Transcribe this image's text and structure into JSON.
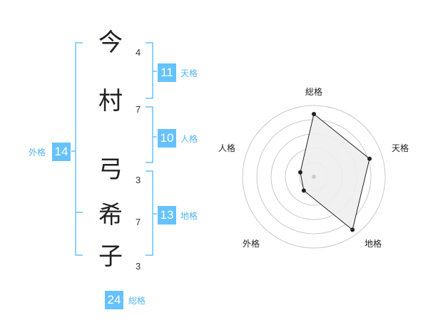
{
  "name": {
    "characters": [
      {
        "char": "今",
        "strokes": "4"
      },
      {
        "char": "村",
        "strokes": "7"
      },
      {
        "char": "弓",
        "strokes": "3"
      },
      {
        "char": "希",
        "strokes": "7"
      },
      {
        "char": "子",
        "strokes": "3"
      }
    ]
  },
  "scores": {
    "tenkaku": {
      "value": "11",
      "label": "天格"
    },
    "jinkaku": {
      "value": "10",
      "label": "人格"
    },
    "chikaku": {
      "value": "13",
      "label": "地格"
    },
    "gaikaku": {
      "value": "14",
      "label": "外格"
    },
    "soukaku": {
      "value": "24",
      "label": "総格"
    }
  },
  "radar": {
    "axes": [
      "総格",
      "天格",
      "地格",
      "外格",
      "人格"
    ],
    "levels": 5,
    "values": [
      0.88,
      0.82,
      0.92,
      0.24,
      0.2
    ],
    "colors": {
      "ring": "#c9c9c9",
      "fill": "#eeeeee",
      "line": "#222222",
      "center": "#cccccc"
    }
  },
  "colors": {
    "accent": "#66c2ff",
    "bracket": "#66c2ff"
  }
}
